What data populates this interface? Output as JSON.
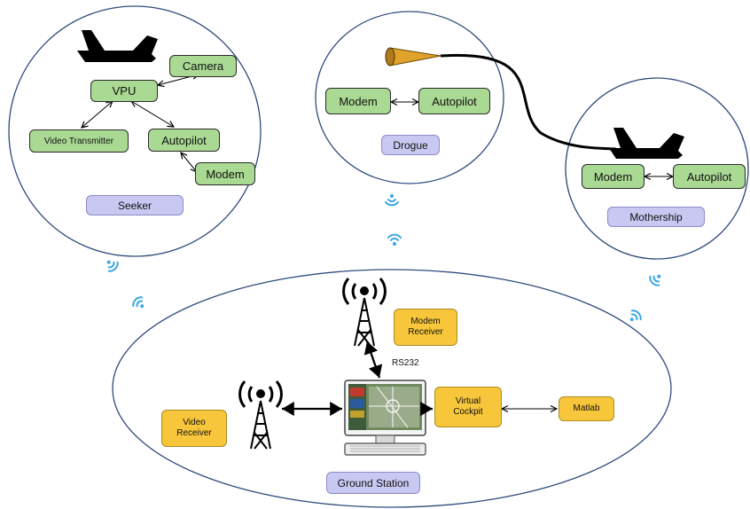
{
  "colors": {
    "module_fill": "#a9d992",
    "vehicle_label_fill": "#c9c8f2",
    "ground_device_fill": "#f7c63b",
    "wifi_icon": "#3aa6e6",
    "line": "#000000"
  },
  "seeker": {
    "label": "Seeker",
    "camera": "Camera",
    "vpu": "VPU",
    "video_transmitter": "Video Transmitter",
    "autopilot": "Autopilot",
    "modem": "Modem"
  },
  "drogue": {
    "label": "Drogue",
    "modem": "Modem",
    "autopilot": "Autopilot"
  },
  "mothership": {
    "label": "Mothership",
    "modem": "Modem",
    "autopilot": "Autopilot"
  },
  "ground": {
    "label": "Ground Station",
    "modem_receiver": "Modem Receiver",
    "rs232": "RS232",
    "virtual_cockpit": "Virtual Cockpit",
    "matlab": "Matlab",
    "video_receiver": "Video Receiver"
  },
  "icons": [
    "airplane-icon",
    "drogue-cone-icon",
    "antenna-tower-icon",
    "wifi-signal-icon",
    "monitor-icon"
  ]
}
